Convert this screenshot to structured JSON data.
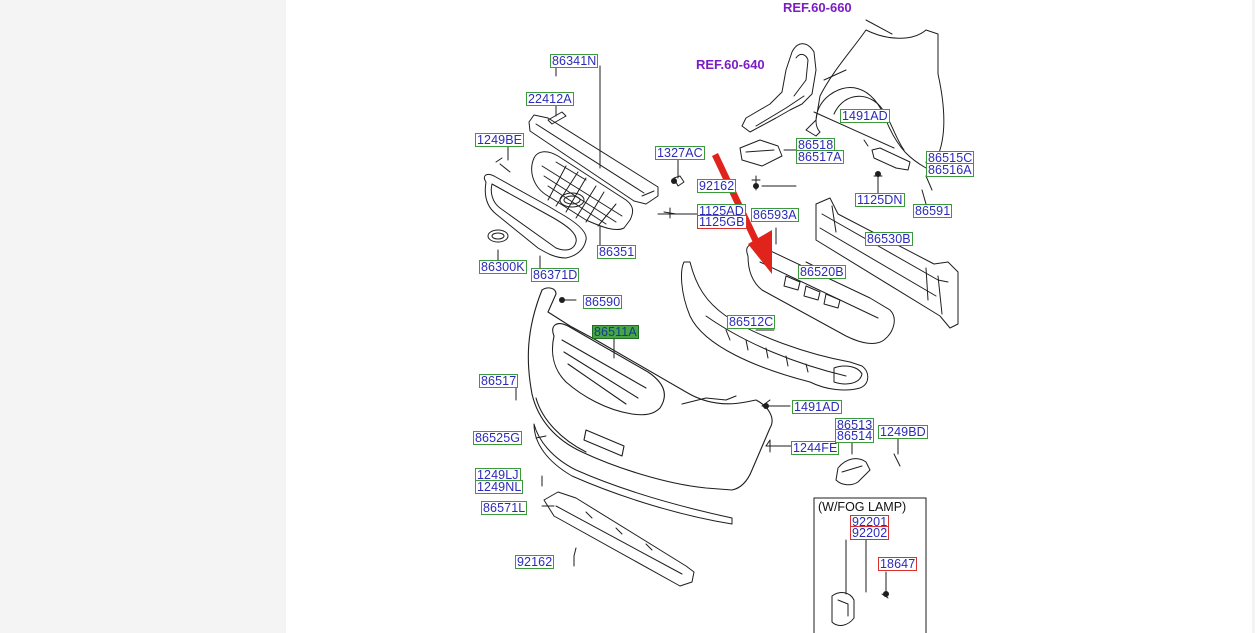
{
  "colors": {
    "label_text": "#2b2bb8",
    "label_border": "#3c9a3c",
    "label_border_alt": "#d93030",
    "highlight_fill": "#47a547",
    "reference_text": "#7c1cc4",
    "arrow": "#e0241c",
    "line_art": "#1e1e1e"
  },
  "references": {
    "ref_60_660": "REF.60-660",
    "ref_60_640": "REF.60-640"
  },
  "labels": {
    "p86341N": "86341N",
    "p22412A": "22412A",
    "p1249BE": "1249BE",
    "p1327AC": "1327AC",
    "p86300K": "86300K",
    "p86371D": "86371D",
    "p86351": "86351",
    "p1125AD": "1125AD",
    "p1125GB": "1125GB",
    "p92162_top": "92162",
    "p86518": "86518",
    "p86517A": "86517A",
    "p1491AD_top": "1491AD",
    "p86515C": "86515C",
    "p86516A": "86516A",
    "p1125DN": "1125DN",
    "p86591": "86591",
    "p86593A": "86593A",
    "p86530B": "86530B",
    "p86520B": "86520B",
    "p86512C": "86512C",
    "p86590": "86590",
    "p86511A": "86511A",
    "p86517": "86517",
    "p1491AD_mid": "1491AD",
    "p86525G": "86525G",
    "p1244FE": "1244FE",
    "p86513": "86513",
    "p86514": "86514",
    "p1249BD": "1249BD",
    "p1249LJ": "1249LJ",
    "p1249NL": "1249NL",
    "p86571L": "86571L",
    "p92162_bottom": "92162",
    "p92201": "92201",
    "p92202": "92202",
    "p18647": "18647"
  },
  "fog_lamp_box": {
    "title": "(W/FOG LAMP)"
  },
  "highlighted_part": "86511A"
}
